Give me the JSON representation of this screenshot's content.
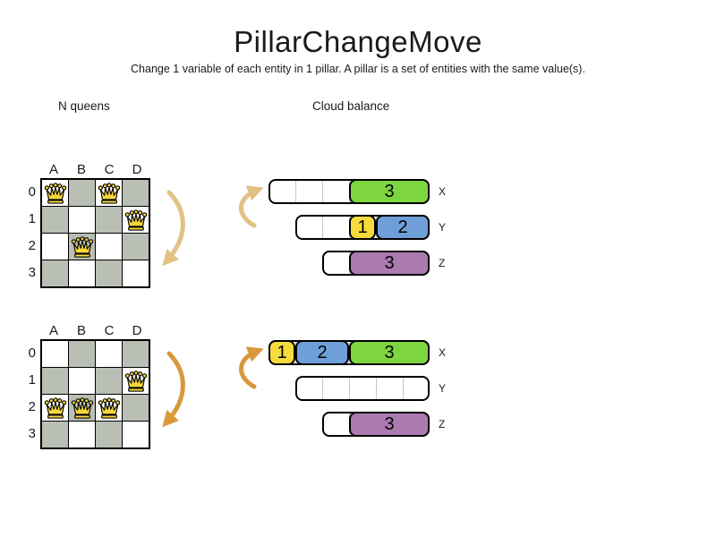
{
  "title": "PillarChangeMove",
  "subtitle": "Change 1 variable of each entity in 1 pillar. A pillar is a set of entities with the same value(s).",
  "sections": {
    "nqueens": "N queens",
    "cloud": "Cloud balance"
  },
  "colors": {
    "board_dark_cell": "#b9bfb4",
    "queen_gold": "#f6d63c",
    "green": "#7dd63f",
    "yellow": "#f5dc3c",
    "blue": "#6f9fd8",
    "purple": "#ab7ab0",
    "arrow_tan": "#e3c084",
    "arrow_orange": "#d9993b"
  },
  "boards": [
    {
      "name": "before",
      "col_labels": [
        "A",
        "B",
        "C",
        "D"
      ],
      "row_labels": [
        "0",
        "1",
        "2",
        "3"
      ],
      "queens": [
        [
          0,
          0
        ],
        [
          2,
          0
        ],
        [
          3,
          1
        ],
        [
          1,
          2
        ]
      ]
    },
    {
      "name": "after",
      "col_labels": [
        "A",
        "B",
        "C",
        "D"
      ],
      "row_labels": [
        "0",
        "1",
        "2",
        "3"
      ],
      "queens": [
        [
          3,
          1
        ],
        [
          0,
          2
        ],
        [
          1,
          2
        ],
        [
          2,
          2
        ]
      ]
    }
  ],
  "clouds": [
    {
      "name": "before",
      "rows": [
        {
          "label": "X",
          "capacity": 6,
          "blocks": [
            {
              "value": "3",
              "color": "green",
              "units": 3
            }
          ]
        },
        {
          "label": "Y",
          "capacity": 5,
          "blocks": [
            {
              "value": "1",
              "color": "yellow",
              "units": 1
            },
            {
              "value": "2",
              "color": "blue",
              "units": 2
            }
          ]
        },
        {
          "label": "Z",
          "capacity": 4,
          "blocks": [
            {
              "value": "3",
              "color": "purple",
              "units": 3
            }
          ]
        }
      ]
    },
    {
      "name": "after",
      "rows": [
        {
          "label": "X",
          "capacity": 6,
          "blocks": [
            {
              "value": "1",
              "color": "yellow",
              "units": 1
            },
            {
              "value": "2",
              "color": "blue",
              "units": 2
            },
            {
              "value": "3",
              "color": "green",
              "units": 3
            }
          ]
        },
        {
          "label": "Y",
          "capacity": 5,
          "blocks": []
        },
        {
          "label": "Z",
          "capacity": 4,
          "blocks": [
            {
              "value": "3",
              "color": "purple",
              "units": 3
            }
          ]
        }
      ]
    }
  ]
}
